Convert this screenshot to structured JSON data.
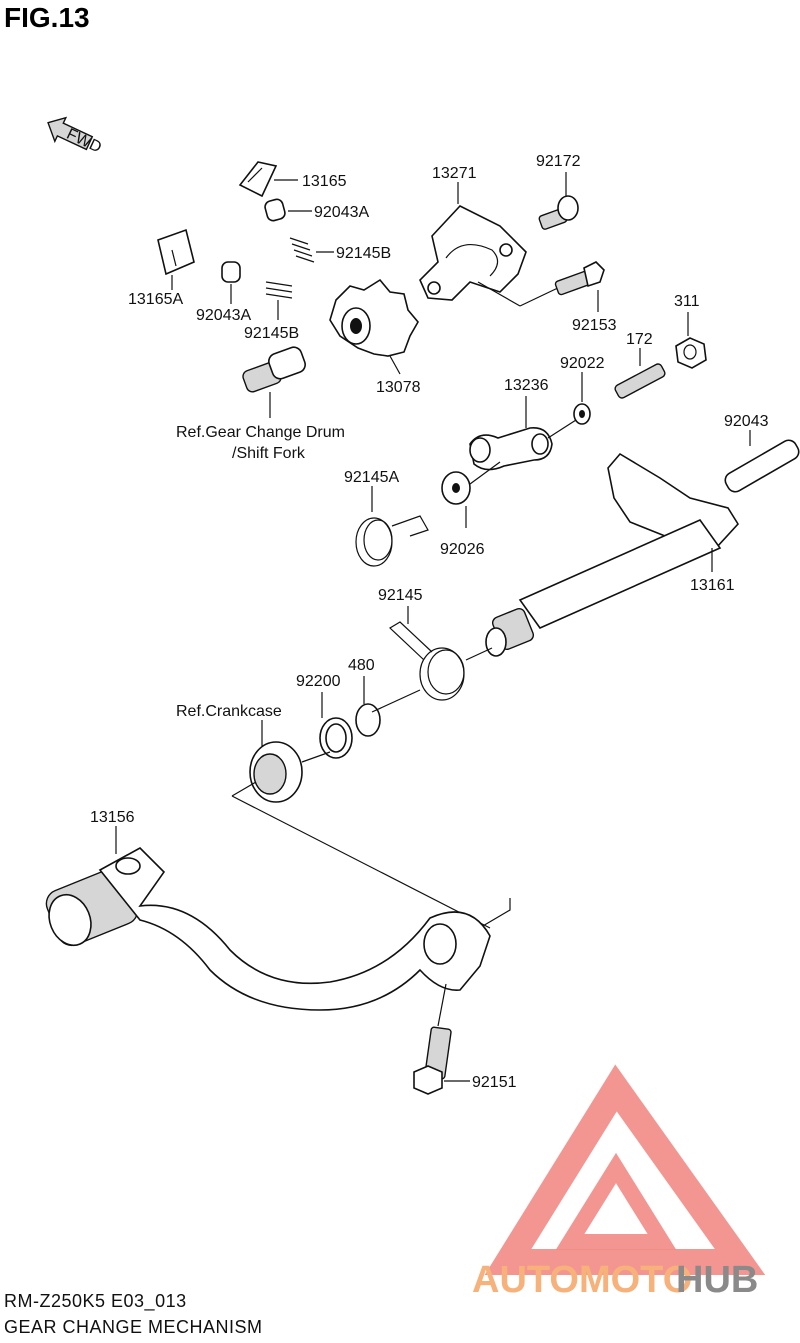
{
  "figure": {
    "title": "FIG.13"
  },
  "direction_arrow": {
    "label": "FWD"
  },
  "parts": [
    {
      "key": "p13165",
      "number": "13165"
    },
    {
      "key": "p92043A_top",
      "number": "92043A"
    },
    {
      "key": "p92145B_top",
      "number": "92145B"
    },
    {
      "key": "p13165A",
      "number": "13165A"
    },
    {
      "key": "p92043A",
      "number": "92043A"
    },
    {
      "key": "p92145B",
      "number": "92145B"
    },
    {
      "key": "p13271",
      "number": "13271"
    },
    {
      "key": "p92172",
      "number": "92172"
    },
    {
      "key": "p92153",
      "number": "92153"
    },
    {
      "key": "p311",
      "number": "311"
    },
    {
      "key": "p13078",
      "number": "13078"
    },
    {
      "key": "p172",
      "number": "172"
    },
    {
      "key": "p92022",
      "number": "92022"
    },
    {
      "key": "p13236",
      "number": "13236"
    },
    {
      "key": "p92043",
      "number": "92043"
    },
    {
      "key": "p92145A",
      "number": "92145A"
    },
    {
      "key": "p92026",
      "number": "92026"
    },
    {
      "key": "p13161",
      "number": "13161"
    },
    {
      "key": "p92145",
      "number": "92145"
    },
    {
      "key": "p480",
      "number": "480"
    },
    {
      "key": "p92200",
      "number": "92200"
    },
    {
      "key": "p13156",
      "number": "13156"
    },
    {
      "key": "p92151",
      "number": "92151"
    }
  ],
  "references": {
    "drum_line1": "Ref.Gear Change Drum",
    "drum_line2": "/Shift Fork",
    "crankcase": "Ref.Crankcase"
  },
  "footer": {
    "model_code": "RM-Z250K5 E03_013",
    "section_name": "GEAR CHANGE MECHANISM"
  },
  "watermark": {
    "text_auto": "AUTOMOTO",
    "text_hub": "HUB",
    "colors": {
      "logo": "#f28b85",
      "auto": "#f6b27a",
      "hub": "#8a8a8a"
    }
  }
}
